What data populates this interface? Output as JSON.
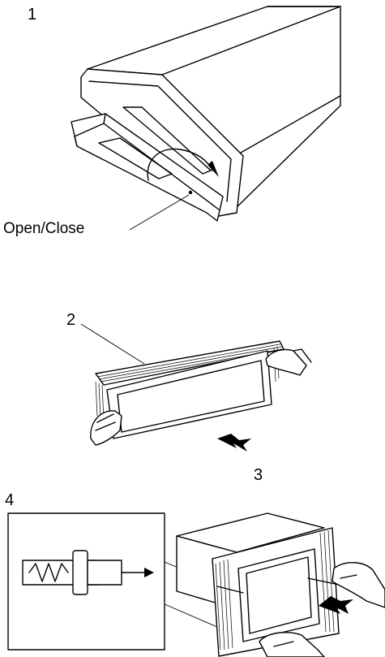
{
  "labels": {
    "step1": "1",
    "open_close": "Open/Close",
    "step2": "2",
    "step3": "3",
    "step4": "4"
  },
  "colors": {
    "line": "#000000",
    "background": "#ffffff"
  }
}
